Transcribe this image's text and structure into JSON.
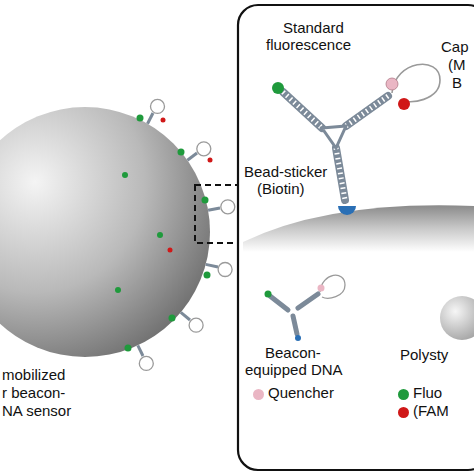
{
  "diagram": {
    "labels": [
      "mobilized",
      "r beacon-",
      "NA sensor",
      "Standard",
      "fluorescence",
      "Cap",
      "(M",
      "B",
      "Bead-sticker",
      "(Biotin)",
      "Beacon-",
      "equipped DNA",
      "Polysty"
    ],
    "legend": [
      {
        "text": "Quencher",
        "color": "#eab6c4"
      },
      {
        "text": "Fluo",
        "color": "#1f9a3c"
      },
      {
        "text": "(FAM",
        "color": "#d01818"
      }
    ]
  }
}
